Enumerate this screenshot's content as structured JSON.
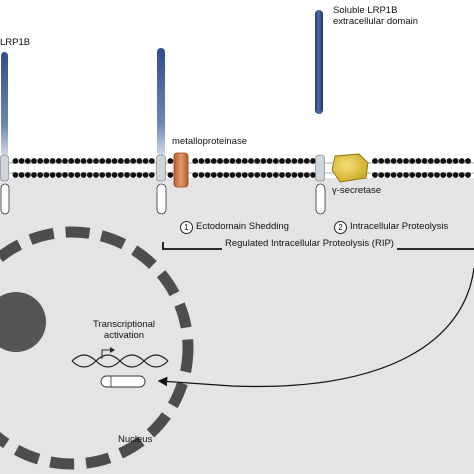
{
  "labels": {
    "lrp1b": "LRP1B",
    "soluble_line1": "Soluble LRP1B",
    "soluble_line2": "extracellular domain",
    "metalloproteinase": "metalloproteinase",
    "gamma_secretase": "γ-secretase",
    "step1_number": "1",
    "step1_text": "Ectodomain Shedding",
    "step2_number": "2",
    "step2_text": "Intracellular Proteolysis",
    "rip": "Regulated Intracellular Proteolysis (RIP)",
    "transcriptional_line1": "Transcriptional",
    "transcriptional_line2": "activation",
    "nucleus": "Nucleus"
  },
  "colors": {
    "receptor_blue": "#2d4f8c",
    "receptor_light": "#bcc8dc",
    "membrane_bead": "#111111",
    "cytoplasm": "#e4e4e4",
    "metalloproteinase": "#d97f52",
    "gamma_secretase": "#e3c23a",
    "nucleus_dash": "#4d4d4d",
    "nucleolus": "#555555"
  }
}
